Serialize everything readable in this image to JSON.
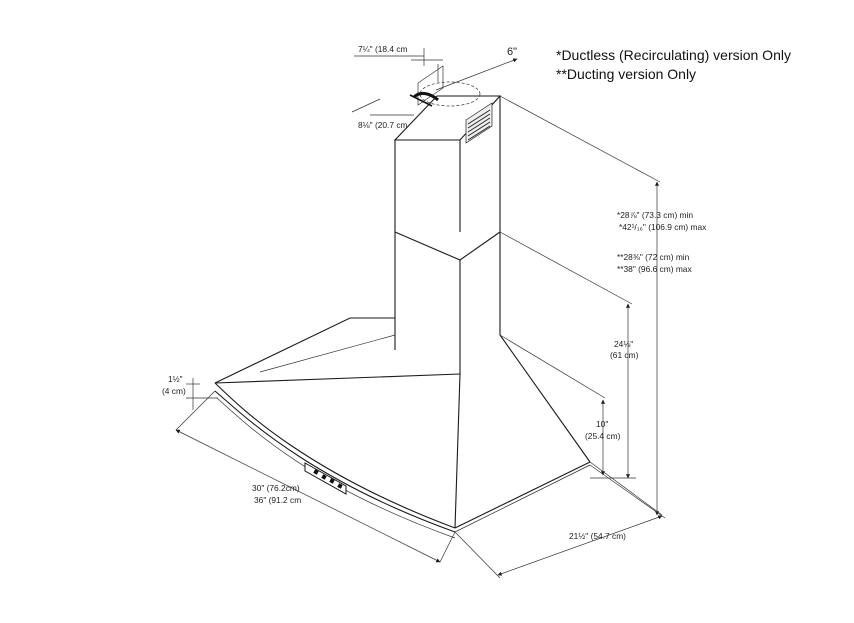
{
  "notes": {
    "ductless": "*Ductless (Recirculating) version Only",
    "ducting": "**Ducting version Only"
  },
  "dimensions": {
    "duct_depth": "7¼\" (18.4 cm",
    "duct_width": "8⅛\" (20.7 cm",
    "duct_diameter": "6\"",
    "height_ductless_min": "*28⅞\" (73.3 cm) min",
    "height_ductless_max": "*42¹/₁₆\" (106.9 cm) max",
    "height_ducting_min": "**28⅜\" (72 cm) min",
    "height_ducting_max": "**38\" (96.6 cm) max",
    "hood_height_in": "24⅛\"",
    "hood_height_cm": "(61 cm)",
    "base_height_in": "10\"",
    "base_height_cm": "(25.4 cm)",
    "depth": "21½\" (54.7 cm)",
    "width_30": "30\" (76.2cm)",
    "width_36": "36\" (91.2 cm",
    "lip_in": "1½\"",
    "lip_cm": "(4 cm)"
  },
  "colors": {
    "line": "#1a1a1a",
    "text": "#222222",
    "background": "#ffffff"
  }
}
